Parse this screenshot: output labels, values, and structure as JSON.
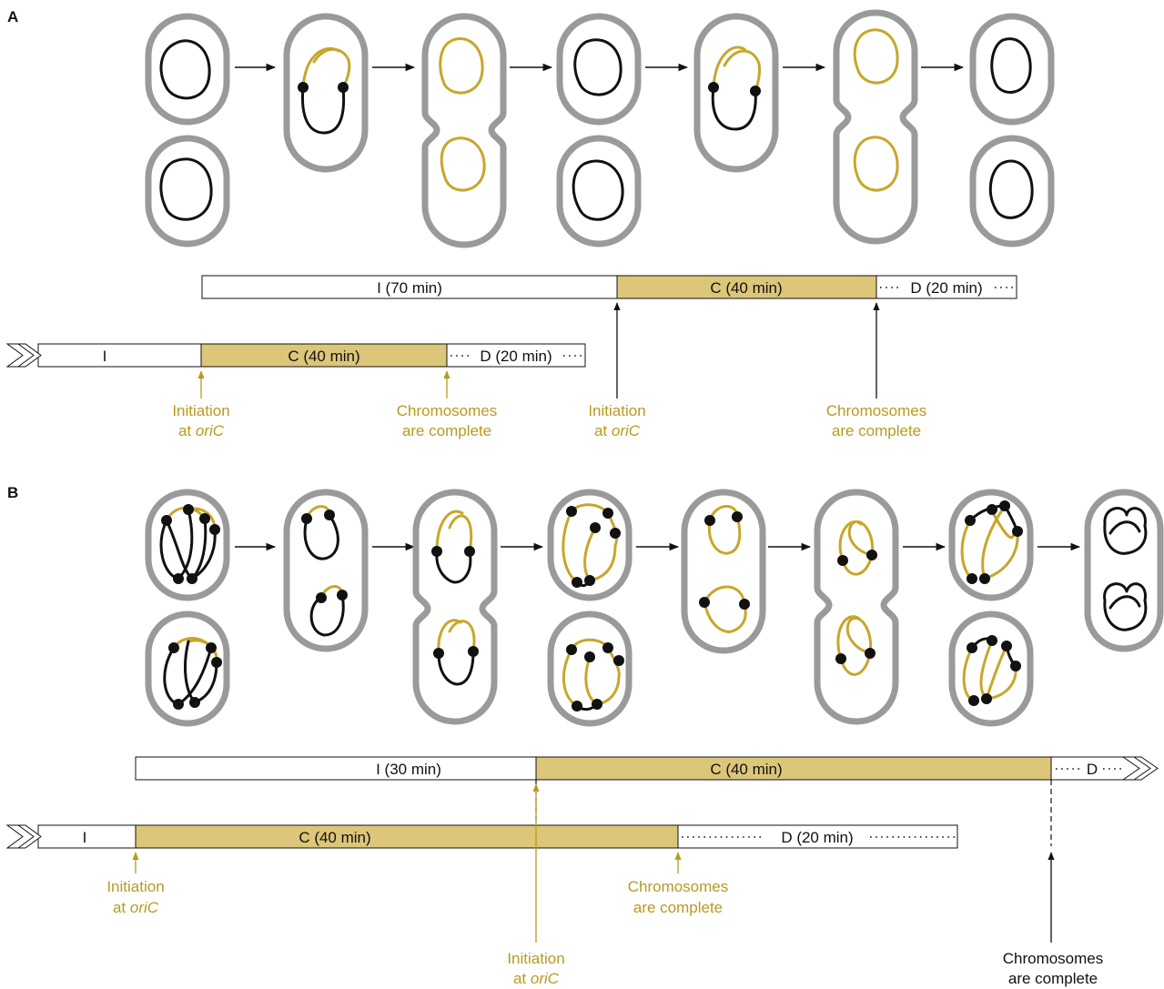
{
  "colors": {
    "cell_wall": "#9a9a9a",
    "chromosome_old": "#111111",
    "chromosome_new": "#c8a62a",
    "period_c_fill": "#dcc679",
    "annotation_gold": "#b89a20"
  },
  "panel_a": {
    "label": "A",
    "current_cycle": {
      "i_label": "I (70 min)",
      "c_label": "C (40 min)",
      "d_label": "D (20 min)"
    },
    "previous_cycle": {
      "i_label": "I",
      "c_label": "C (40 min)",
      "d_label": "D (20 min)"
    },
    "annotations": {
      "init_prev_l1": "Initiation",
      "init_prev_l2_a": "at ",
      "init_prev_l2_b": "oriC",
      "complete_prev_l1": "Chromosomes",
      "complete_prev_l2": "are complete",
      "init_cur_l1": "Initiation",
      "init_cur_l2_a": "at ",
      "init_cur_l2_b": "oriC",
      "complete_cur_l1": "Chromosomes",
      "complete_cur_l2": "are complete"
    }
  },
  "panel_b": {
    "label": "B",
    "current_cycle": {
      "i_label": "I (30 min)",
      "c_label": "C (40 min)",
      "d_label": "D"
    },
    "previous_cycle": {
      "i_label": "I",
      "c_label": "C (40 min)",
      "d_label": "D (20 min)"
    },
    "annotations": {
      "init_prev_l1": "Initiation",
      "init_prev_l2_a": "at ",
      "init_prev_l2_b": "oriC",
      "complete_prev_l1": "Chromosomes",
      "complete_prev_l2": "are complete",
      "init_cur_l1": "Initiation",
      "init_cur_l2_a": "at ",
      "init_cur_l2_b": "oriC",
      "complete_cur_l1": "Chromosomes",
      "complete_cur_l2": "are complete"
    }
  }
}
